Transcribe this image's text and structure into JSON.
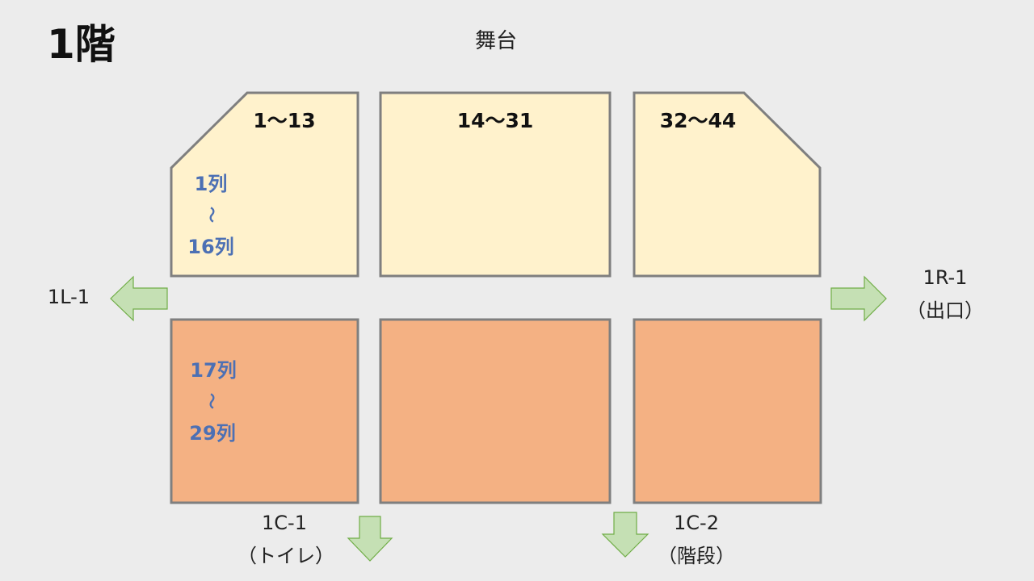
{
  "title": "1階",
  "stage_label": "舞台",
  "front_blocks": [
    {
      "seats": "1〜13"
    },
    {
      "seats": "14〜31"
    },
    {
      "seats": "32〜44"
    }
  ],
  "row_ranges": {
    "front": {
      "start": "1列",
      "tilde": "〜",
      "end": "16列"
    },
    "rear": {
      "start": "17列",
      "tilde": "〜",
      "end": "29列"
    }
  },
  "exits": {
    "left": {
      "code": "1L-1"
    },
    "right": {
      "code": "1R-1",
      "note": "（出口）"
    },
    "center_left": {
      "code": "1C-1",
      "note": "（トイレ）"
    },
    "center_right": {
      "code": "1C-2",
      "note": "（階段）"
    }
  },
  "colors": {
    "background": "#ececec",
    "front_fill": "#fff2cc",
    "rear_fill": "#f4b183",
    "border": "#7f7f7f",
    "arrow_fill": "#c5e0b4",
    "arrow_stroke": "#70ad47",
    "row_text": "#4c70b4"
  },
  "icons": {
    "left_exit": "arrow-left-icon",
    "right_exit": "arrow-right-icon",
    "center_left_exit": "arrow-down-icon",
    "center_right_exit": "arrow-down-icon"
  }
}
